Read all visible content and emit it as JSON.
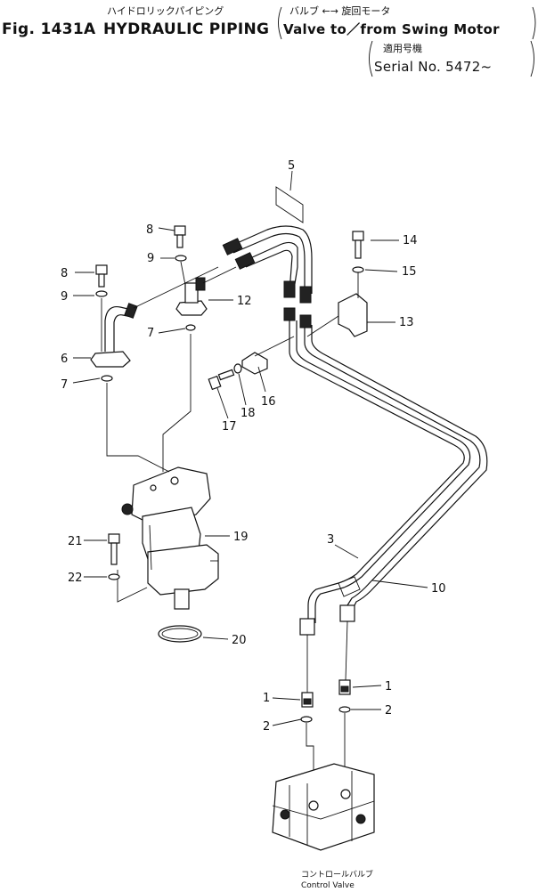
{
  "header": {
    "fig_label": "Fig. 1431A",
    "title_en": "HYDRAULIC PIPING",
    "title_jp": "ハイドロリックパイピング",
    "paren_jp": "バルブ ←→ 旋回モータ",
    "paren_en": "Valve to／from Swing Motor",
    "serial_jp": "適用号機",
    "serial_en": "Serial No. 5472~"
  },
  "callouts": {
    "c1a": "1",
    "c1b": "1",
    "c2a": "2",
    "c2b": "2",
    "c3": "3",
    "c5": "5",
    "c6": "6",
    "c7a": "7",
    "c7b": "7",
    "c8a": "8",
    "c8b": "8",
    "c9a": "9",
    "c9b": "9",
    "c10": "10",
    "c12": "12",
    "c13": "13",
    "c14": "14",
    "c15": "15",
    "c16": "16",
    "c17": "17",
    "c18": "18",
    "c19": "19",
    "c20": "20",
    "c21": "21",
    "c22": "22"
  },
  "control_valve": {
    "label_jp": "コントロールバルブ",
    "label_en": "Control Valve"
  }
}
